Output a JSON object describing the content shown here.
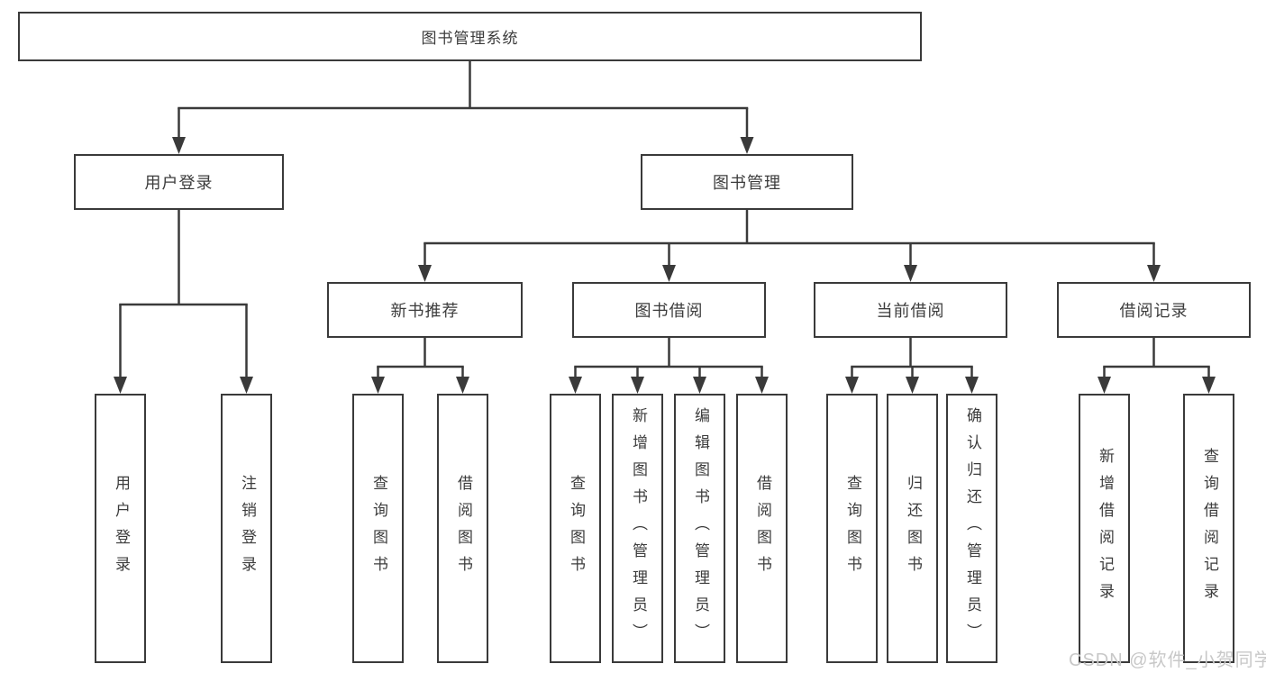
{
  "tree": {
    "root": {
      "label": "图书管理系统"
    },
    "branches": [
      {
        "label": "用户登录",
        "children": [
          {
            "label": "用户登录"
          },
          {
            "label": "注销登录"
          }
        ]
      },
      {
        "label": "图书管理",
        "children": [
          {
            "label": "新书推荐",
            "children": [
              {
                "label": "查询图书"
              },
              {
                "label": "借阅图书"
              }
            ]
          },
          {
            "label": "图书借阅",
            "children": [
              {
                "label": "查询图书"
              },
              {
                "label": "新增图书（管理员）"
              },
              {
                "label": "编辑图书（管理员）"
              },
              {
                "label": "借阅图书"
              }
            ]
          },
          {
            "label": "当前借阅",
            "children": [
              {
                "label": "查询图书"
              },
              {
                "label": "归还图书"
              },
              {
                "label": "确认归还（管理员）"
              }
            ]
          },
          {
            "label": "借阅记录",
            "children": [
              {
                "label": "新增借阅记录"
              },
              {
                "label": "查询借阅记录"
              }
            ]
          }
        ]
      }
    ]
  },
  "watermark": {
    "text": "CSDN @软件_小贺同学"
  },
  "colors": {
    "line": "#3a3a3a",
    "box_border": "#3a3a3a",
    "box_fill": "#ffffff",
    "text": "#3c3c3c",
    "watermark": "#c8c8c8",
    "background": "#ffffff"
  }
}
